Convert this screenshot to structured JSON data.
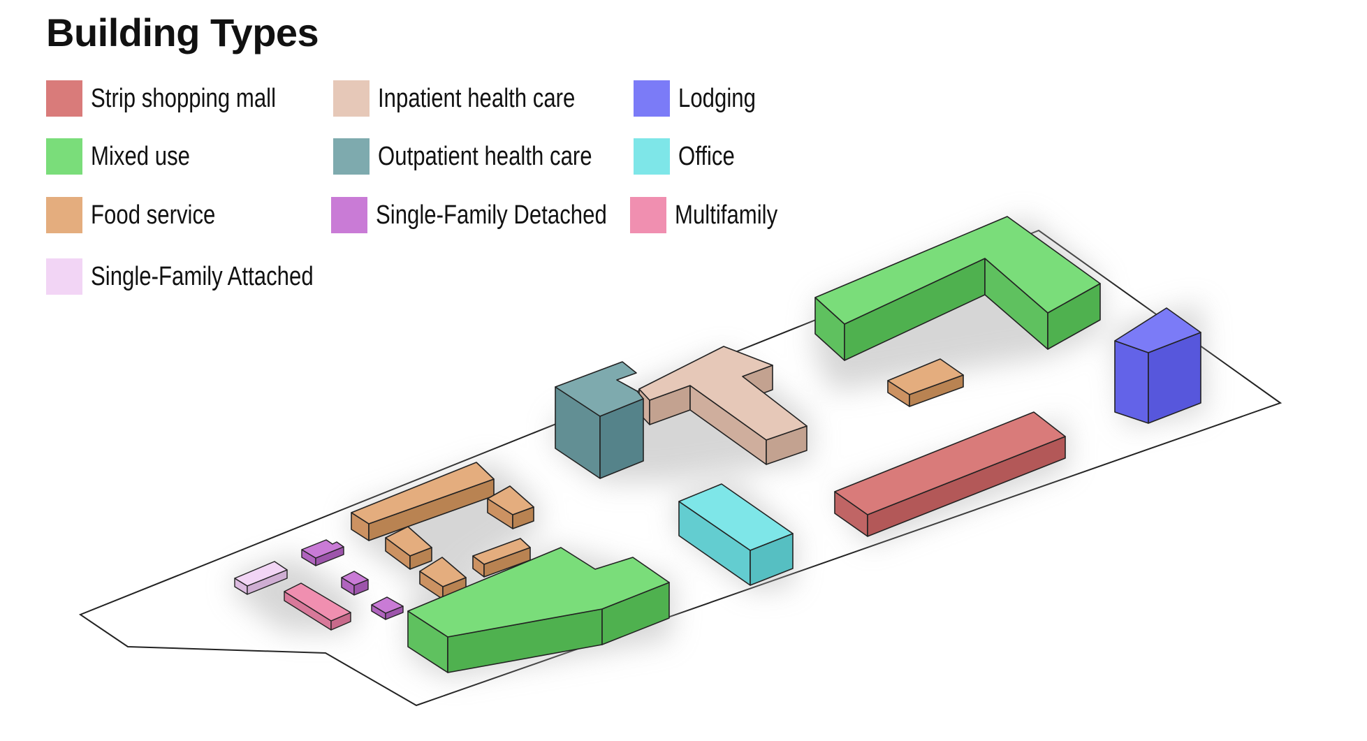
{
  "title": "Building Types",
  "legend": [
    {
      "label": "Strip shopping mall",
      "color": "#d97b7a"
    },
    {
      "label": "Inpatient health care",
      "color": "#e6c8b8"
    },
    {
      "label": "Lodging",
      "color": "#7b7bf7"
    },
    {
      "label": "Mixed use",
      "color": "#7add7a"
    },
    {
      "label": "Outpatient health care",
      "color": "#7eaaae"
    },
    {
      "label": "Office",
      "color": "#7ee6e8"
    },
    {
      "label": "Food service",
      "color": "#e4ad7e"
    },
    {
      "label": "Single-Family Detached",
      "color": "#c97bd6"
    },
    {
      "label": "Multifamily",
      "color": "#f08fb0"
    },
    {
      "label": "Single-Family Attached",
      "color": "#f2d5f5"
    }
  ]
}
